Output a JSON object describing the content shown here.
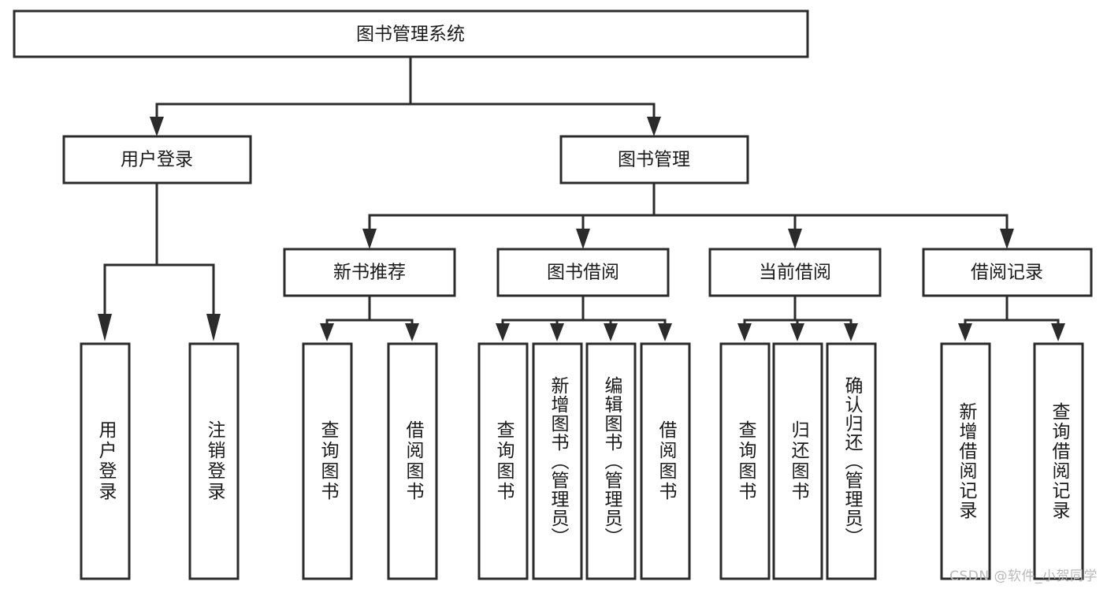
{
  "diagram": {
    "title": "图书管理系统",
    "watermark": "CSDN @软件_小贺同学",
    "colors": {
      "stroke": "#2b2b2b",
      "fill": "#ffffff",
      "text": "#1a1a1a",
      "watermark": "#b9b9b9"
    },
    "root": {
      "label": "图书管理系统"
    },
    "level2": [
      {
        "label": "用户登录"
      },
      {
        "label": "图书管理"
      }
    ],
    "level3": [
      {
        "label": "新书推荐"
      },
      {
        "label": "图书借阅"
      },
      {
        "label": "当前借阅"
      },
      {
        "label": "借阅记录"
      }
    ],
    "leaves": {
      "user_login": [
        {
          "label": "用户登录"
        },
        {
          "label": "注销登录"
        }
      ],
      "new_book": [
        {
          "label": "查询图书"
        },
        {
          "label": "借阅图书"
        }
      ],
      "book_borrow": [
        {
          "label": "查询图书"
        },
        {
          "label": "新增图书（管理员）"
        },
        {
          "label": "编辑图书（管理员）"
        },
        {
          "label": "借阅图书"
        }
      ],
      "current_borrow": [
        {
          "label": "查询图书"
        },
        {
          "label": "归还图书"
        },
        {
          "label": "确认归还（管理员）"
        }
      ],
      "borrow_record": [
        {
          "label": "新增借阅记录"
        },
        {
          "label": "查询借阅记录"
        }
      ]
    }
  }
}
